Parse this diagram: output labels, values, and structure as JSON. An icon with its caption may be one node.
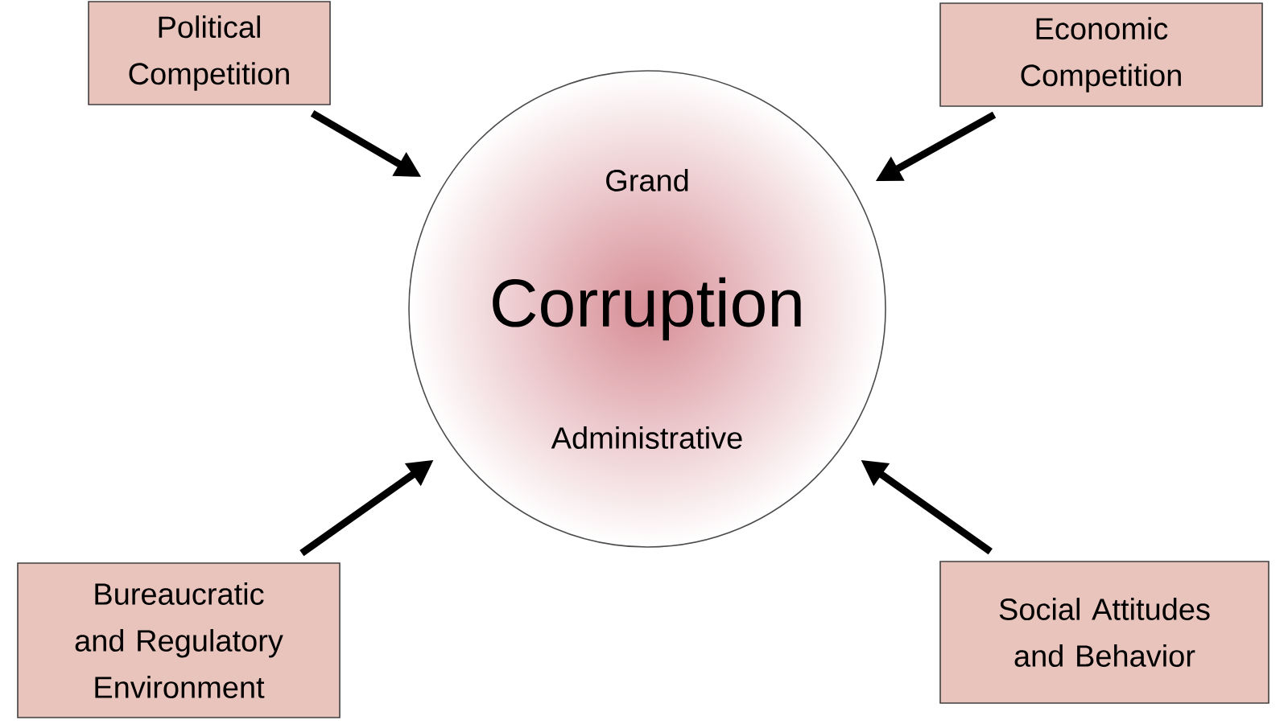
{
  "diagram": {
    "nodes": [
      {
        "text": [
          "Political Competition"
        ]
      },
      {
        "text": [
          "Economic Competition"
        ]
      },
      {
        "text": [
          "Grand",
          "Corruption",
          "Administrative"
        ]
      },
      {
        "text": [
          "Bureaucratic and Regulatory Environment"
        ]
      },
      {
        "text": [
          "Social Attitudes and Behavior"
        ]
      }
    ],
    "edges": [
      {
        "from": 0,
        "to": 2,
        "arrow": "to"
      },
      {
        "from": 1,
        "to": 2,
        "arrow": "to"
      },
      {
        "from": 3,
        "to": 2,
        "arrow": "to"
      },
      {
        "from": 4,
        "to": 2,
        "arrow": "to"
      }
    ]
  }
}
